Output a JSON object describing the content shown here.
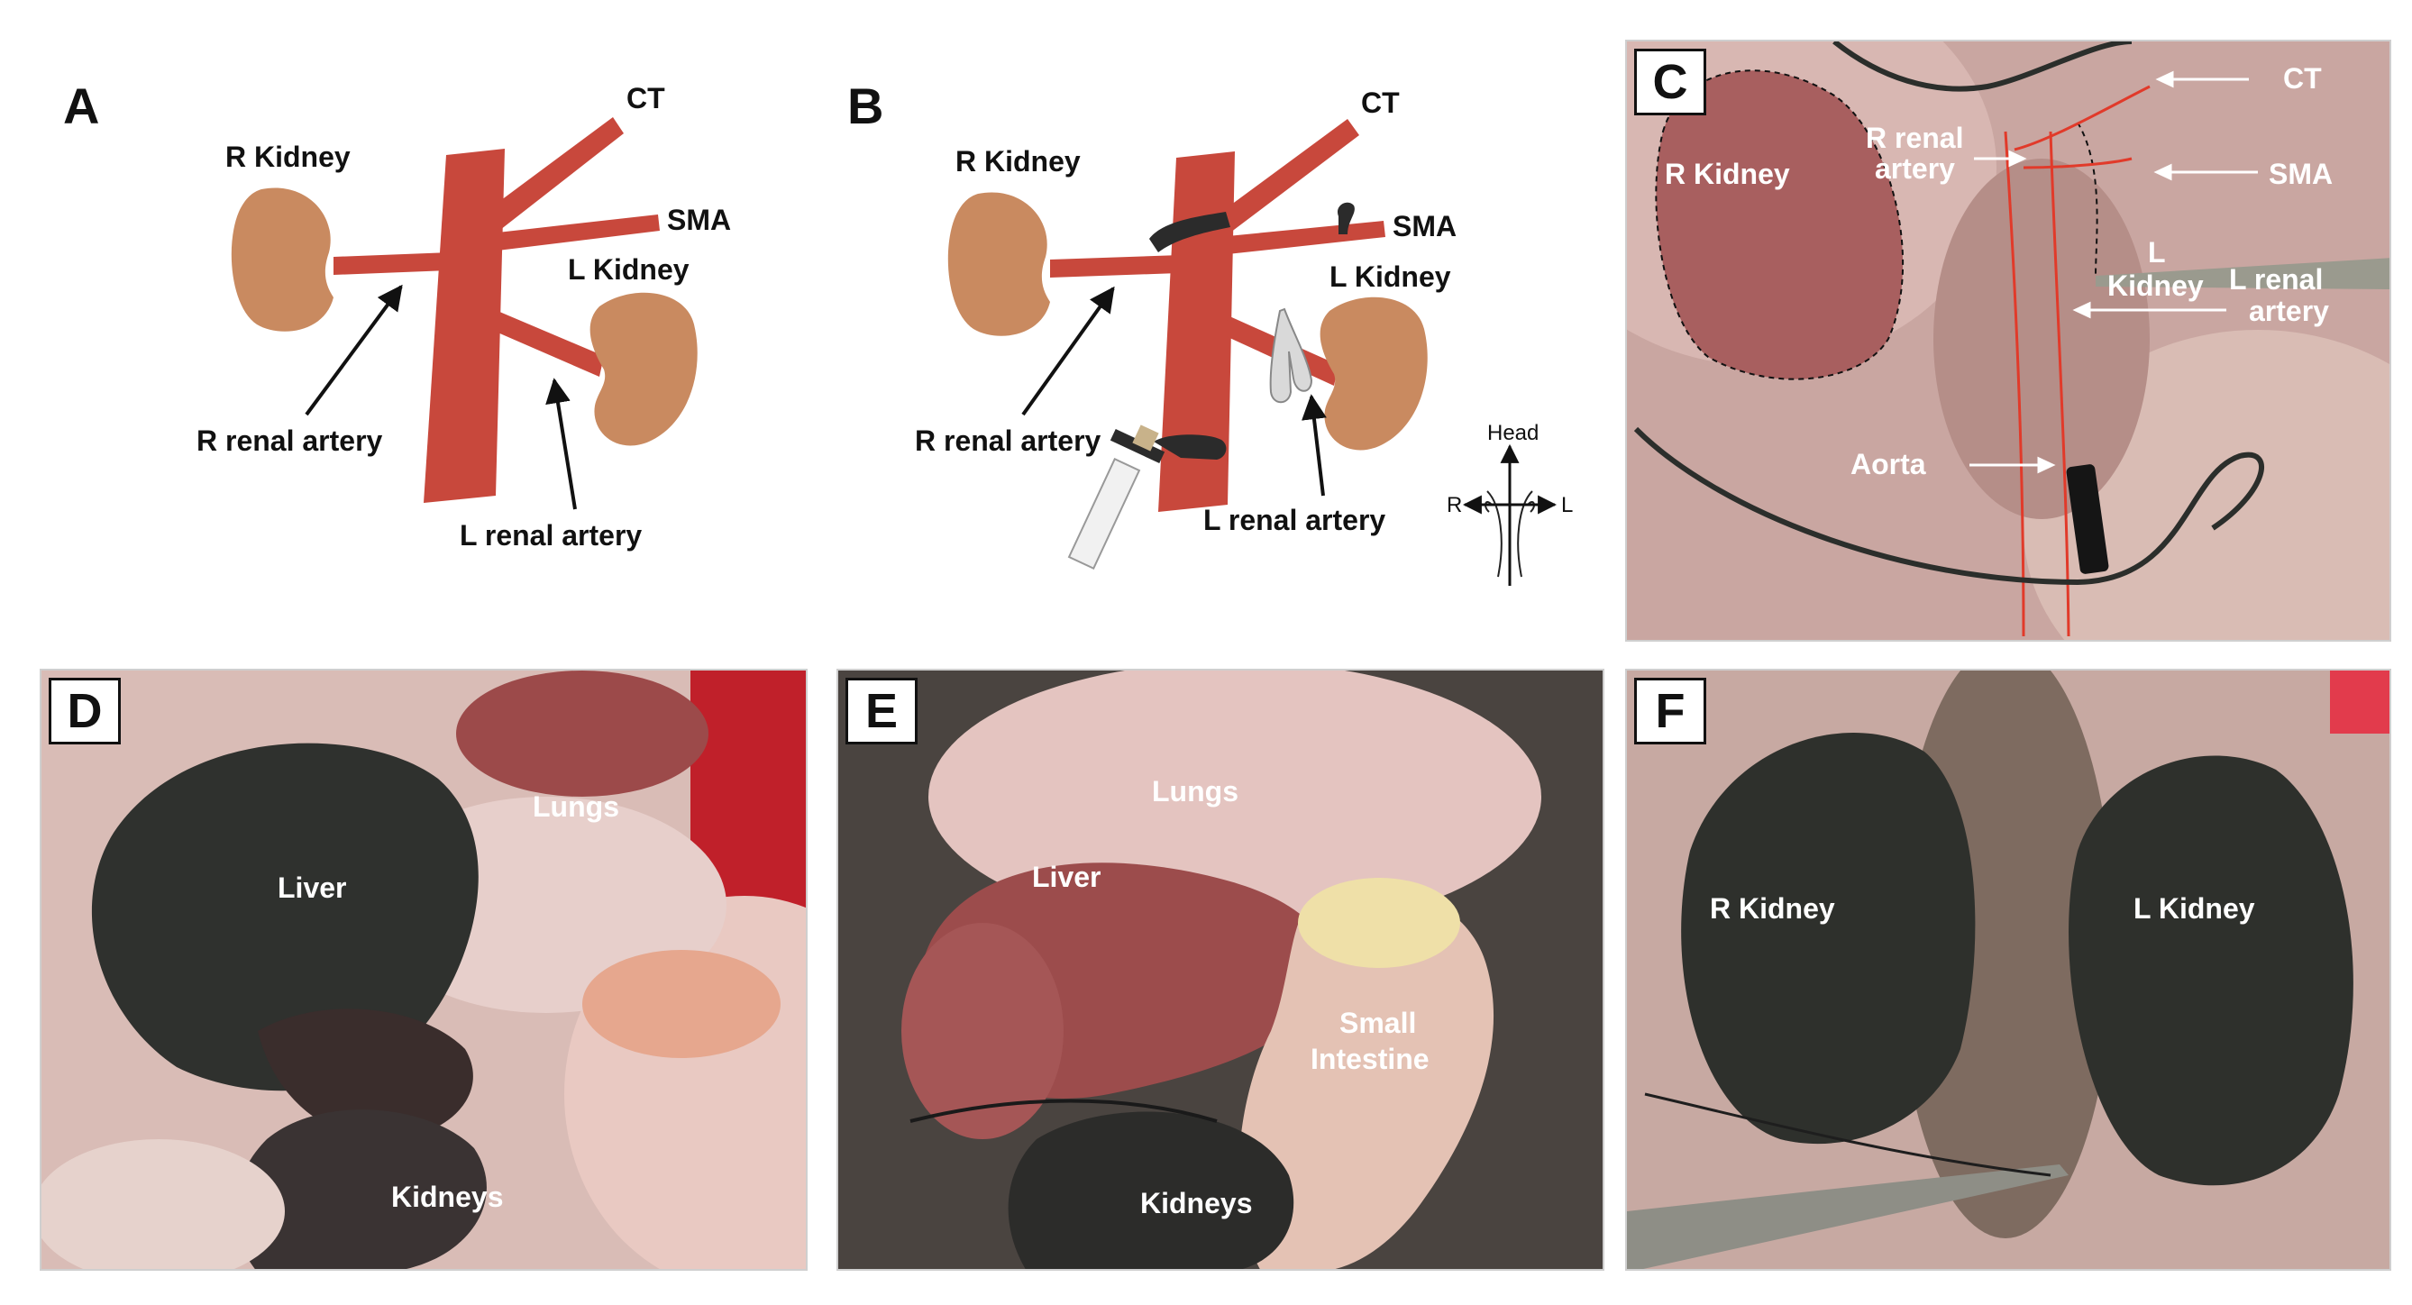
{
  "panels": {
    "a": {
      "letter": "A",
      "labels": {
        "ct": "CT",
        "sma": "SMA",
        "r_kidney": "R Kidney",
        "l_kidney": "L Kidney",
        "r_renal_artery": "R renal artery",
        "l_renal_artery": "L renal artery"
      }
    },
    "b": {
      "letter": "B",
      "labels": {
        "ct": "CT",
        "sma": "SMA",
        "r_kidney": "R Kidney",
        "l_kidney": "L Kidney",
        "r_renal_artery": "R renal artery",
        "l_renal_artery": "L renal artery"
      },
      "orientation": {
        "head": "Head",
        "right": "R",
        "left": "L"
      }
    },
    "c": {
      "letter": "C",
      "labels": {
        "ct": "CT",
        "sma": "SMA",
        "r_kidney": "R Kidney",
        "r_renal_1": "R renal",
        "r_renal_2": "artery",
        "l_kidney_1": "L",
        "l_kidney_2": "Kidney",
        "l_renal_1": "L renal",
        "l_renal_2": "artery",
        "aorta": "Aorta"
      }
    },
    "d": {
      "letter": "D",
      "labels": {
        "lungs": "Lungs",
        "liver": "Liver",
        "kidneys": "Kidneys"
      }
    },
    "e": {
      "letter": "E",
      "labels": {
        "lungs": "Lungs",
        "liver": "Liver",
        "small_1": "Small",
        "small_2": "Intestine",
        "kidneys": "Kidneys"
      }
    },
    "f": {
      "letter": "F",
      "labels": {
        "r_kidney": "R Kidney",
        "l_kidney": "L Kidney"
      }
    }
  },
  "colors": {
    "artery": "#c8483c",
    "kidney": "#c98a60",
    "clamp": "#2b2b2b",
    "tissue_pink": "#d9a7a0",
    "stained_dark": "#2e302c"
  }
}
